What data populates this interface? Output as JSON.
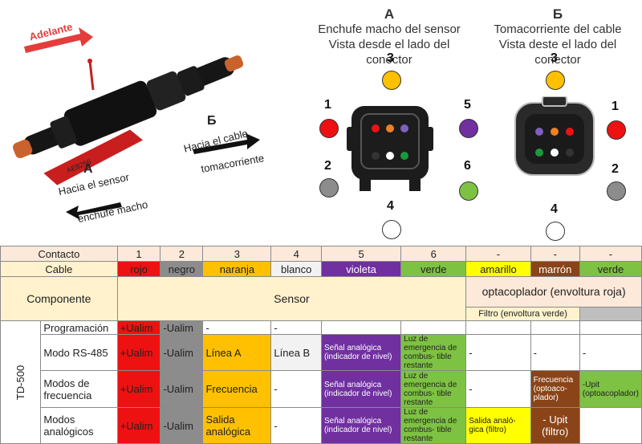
{
  "colors": {
    "red": "#ee1111",
    "gray": "#8c8c8c",
    "orange": "#ffc000",
    "white": "#ffffff",
    "violet": "#7030a0",
    "green": "#7dc242",
    "yellow": "#ffff00",
    "brown": "#8a4418",
    "peach": "#fde9d9",
    "tan": "#fff2cc",
    "lightgray": "#bfbfbf"
  },
  "photo": {
    "forward_label": "Adelante",
    "tag_code": "AE8256",
    "side_a": {
      "letter": "А",
      "line1": "Hacia el sensor",
      "line2": "enchufe macho"
    },
    "side_b": {
      "letter": "Б",
      "line1": "Hacia el cable",
      "line2": "tomacorriente"
    }
  },
  "connector_a": {
    "letter": "А",
    "title1": "Enchufe macho del sensor",
    "title2": "Vista desde el lado del conector",
    "pins": [
      "1",
      "2",
      "3",
      "4",
      "5",
      "6"
    ]
  },
  "connector_b": {
    "letter": "Б",
    "title1": "Tomacorriente del cable",
    "title2": "Vista deste el lado del conector",
    "pins": [
      "1",
      "2",
      "3",
      "4"
    ]
  },
  "table": {
    "contacto_label": "Contacto",
    "contacto": [
      "1",
      "2",
      "3",
      "4",
      "5",
      "6",
      "-",
      "-",
      "-"
    ],
    "cable_label": "Cable",
    "cable": [
      "rojo",
      "negro",
      "naranja",
      "blanco",
      "violeta",
      "verde",
      "amarillo",
      "marrón",
      "verde"
    ],
    "componente_label": "Componente",
    "sensor_label": "Sensor",
    "opto_label": "optacoplador (envoltura roja)",
    "filtro_label": "Filtro (envoltura verde)",
    "td_label": "TD-500",
    "rows": [
      {
        "name": "Programación",
        "c": [
          "+Ualim",
          "-Ualim",
          "-",
          "-",
          "",
          "",
          "",
          "",
          ""
        ]
      },
      {
        "name": "Modo RS-485",
        "c": [
          "+Ualim",
          "-Ualim",
          "Línea A",
          "Línea B",
          "Señal analógica (indicador de nivel)",
          "Luz de emergencia de combus- tible restante",
          "-",
          "-",
          "-"
        ]
      },
      {
        "name": "Modos de frecuencia",
        "c": [
          "+Ualim",
          "-Ualim",
          "Frecuencia",
          "-",
          "Señal analógica (indicador de nivel)",
          "Luz de emergencia de combus- tible restante",
          "-",
          "Frecuencia (optoaco- plador)",
          "-Upit (optoacoplador)"
        ]
      },
      {
        "name": "Modos analógicos",
        "c": [
          "+Ualim",
          "-Ualim",
          "Salida analógica",
          "-",
          "Señal analógica (indicador de nivel)",
          "Luz de emergencia de combus- tible restante",
          "Salida analó- gica (filtro)",
          "- Upit (filtro)",
          ""
        ]
      }
    ]
  }
}
